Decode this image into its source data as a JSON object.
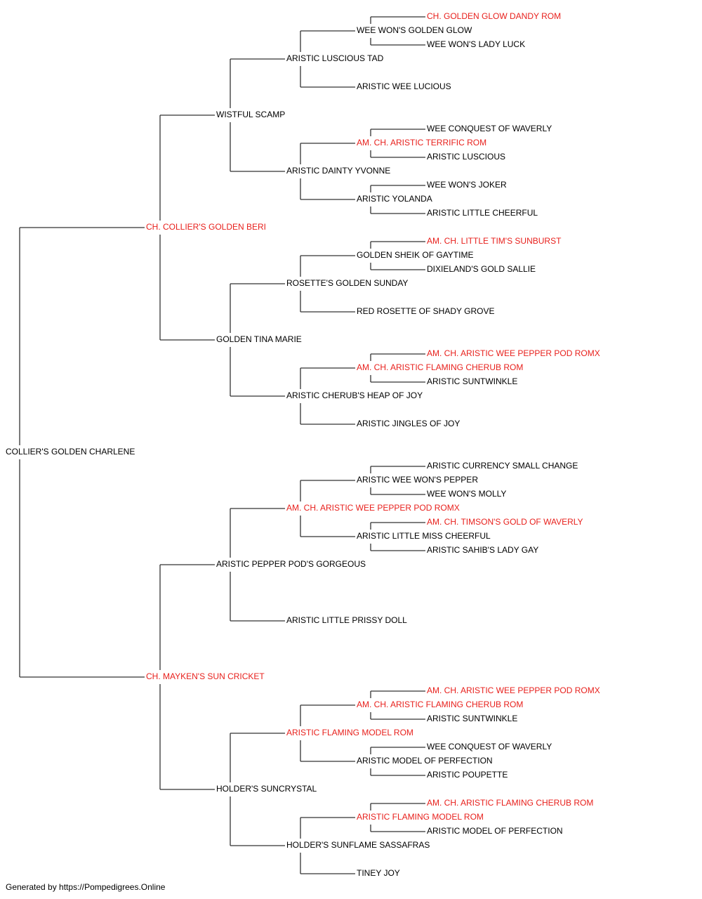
{
  "colors": {
    "champion": "#e8201c",
    "normal": "#000000",
    "line": "#333333"
  },
  "pedigree": {
    "name": "COLLIER'S GOLDEN CHARLENE",
    "champion": false,
    "sire": {
      "name": "CH. COLLIER'S GOLDEN BERI",
      "champion": true,
      "sire": {
        "name": "WISTFUL SCAMP",
        "champion": false,
        "sire": {
          "name": "ARISTIC LUSCIOUS TAD",
          "champion": false,
          "sire": {
            "name": "WEE WON'S GOLDEN GLOW",
            "champion": false,
            "sire": {
              "name": "CH. GOLDEN GLOW DANDY ROM",
              "champion": true
            },
            "dam": {
              "name": "WEE WON'S LADY LUCK",
              "champion": false
            }
          },
          "dam": {
            "name": "ARISTIC WEE LUCIOUS",
            "champion": false
          }
        },
        "dam": {
          "name": "ARISTIC DAINTY YVONNE",
          "champion": false,
          "sire": {
            "name": "AM. CH. ARISTIC TERRIFIC ROM",
            "champion": true,
            "sire": {
              "name": "WEE CONQUEST OF WAVERLY",
              "champion": false
            },
            "dam": {
              "name": "ARISTIC LUSCIOUS",
              "champion": false
            }
          },
          "dam": {
            "name": "ARISTIC YOLANDA",
            "champion": false,
            "sire": {
              "name": "WEE WON'S JOKER",
              "champion": false
            },
            "dam": {
              "name": "ARISTIC LITTLE CHEERFUL",
              "champion": false
            }
          }
        }
      },
      "dam": {
        "name": "GOLDEN TINA MARIE",
        "champion": false,
        "sire": {
          "name": "ROSETTE'S GOLDEN SUNDAY",
          "champion": false,
          "sire": {
            "name": "GOLDEN SHEIK OF GAYTIME",
            "champion": false,
            "sire": {
              "name": "AM. CH. LITTLE TIM'S SUNBURST",
              "champion": true
            },
            "dam": {
              "name": "DIXIELAND'S GOLD SALLIE",
              "champion": false
            }
          },
          "dam": {
            "name": "RED ROSETTE OF SHADY GROVE",
            "champion": false
          }
        },
        "dam": {
          "name": "ARISTIC CHERUB'S HEAP OF JOY",
          "champion": false,
          "sire": {
            "name": "AM. CH. ARISTIC FLAMING CHERUB ROM",
            "champion": true,
            "sire": {
              "name": "AM. CH. ARISTIC WEE PEPPER POD ROMX",
              "champion": true
            },
            "dam": {
              "name": "ARISTIC SUNTWINKLE",
              "champion": false
            }
          },
          "dam": {
            "name": "ARISTIC JINGLES OF JOY",
            "champion": false
          }
        }
      }
    },
    "dam": {
      "name": "CH. MAYKEN'S SUN CRICKET",
      "champion": true,
      "sire": {
        "name": "ARISTIC PEPPER POD'S GORGEOUS",
        "champion": false,
        "sire": {
          "name": "AM. CH. ARISTIC WEE PEPPER POD ROMX",
          "champion": true,
          "sire": {
            "name": "ARISTIC WEE WON'S PEPPER",
            "champion": false,
            "sire": {
              "name": "ARISTIC CURRENCY SMALL CHANGE",
              "champion": false
            },
            "dam": {
              "name": "WEE WON'S MOLLY",
              "champion": false
            }
          },
          "dam": {
            "name": "ARISTIC LITTLE MISS CHEERFUL",
            "champion": false,
            "sire": {
              "name": "AM. CH. TIMSON'S GOLD OF WAVERLY",
              "champion": true
            },
            "dam": {
              "name": "ARISTIC SAHIB'S LADY GAY",
              "champion": false
            }
          }
        },
        "dam": {
          "name": "ARISTIC LITTLE PRISSY DOLL",
          "champion": false
        }
      },
      "dam": {
        "name": "HOLDER'S SUNCRYSTAL",
        "champion": false,
        "sire": {
          "name": "ARISTIC FLAMING MODEL ROM",
          "champion": true,
          "sire": {
            "name": "AM. CH. ARISTIC FLAMING CHERUB ROM",
            "champion": true,
            "sire": {
              "name": "AM. CH. ARISTIC WEE PEPPER POD ROMX",
              "champion": true
            },
            "dam": {
              "name": "ARISTIC SUNTWINKLE",
              "champion": false
            }
          },
          "dam": {
            "name": "ARISTIC MODEL OF PERFECTION",
            "champion": false,
            "sire": {
              "name": "WEE CONQUEST OF WAVERLY",
              "champion": false
            },
            "dam": {
              "name": "ARISTIC POUPETTE",
              "champion": false
            }
          }
        },
        "dam": {
          "name": "HOLDER'S SUNFLAME SASSAFRAS",
          "champion": false,
          "sire": {
            "name": "ARISTIC FLAMING MODEL ROM",
            "champion": true,
            "sire": {
              "name": "AM. CH. ARISTIC FLAMING CHERUB ROM",
              "champion": true
            },
            "dam": {
              "name": "ARISTIC MODEL OF PERFECTION",
              "champion": false
            }
          },
          "dam": {
            "name": "TINEY JOY",
            "champion": false
          }
        }
      }
    }
  },
  "footer": {
    "text": "Generated by https://Pompedigrees.Online"
  }
}
